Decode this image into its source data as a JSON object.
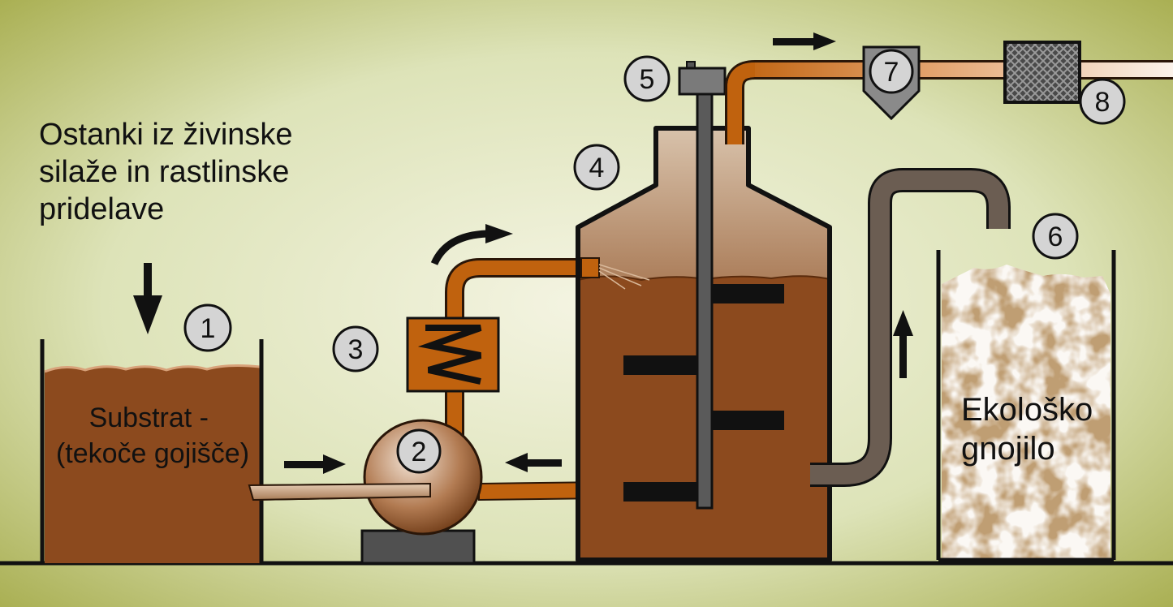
{
  "intro_text": [
    "Ostanki iz živinske",
    "silaže in rastlinske",
    "pridelave"
  ],
  "substrate_text": [
    "Substrat -",
    "(tekoče gojišče)"
  ],
  "fertilizer_text": [
    "Ekološko",
    "gnojilo"
  ],
  "markers": [
    "1",
    "2",
    "3",
    "4",
    "5",
    "6",
    "7",
    "8"
  ],
  "colors": {
    "pipe_orange": "#c0620e",
    "pipe_outline": "#2a1608",
    "liquid_brown": "#8c4a1e",
    "tank_top_tan": "#cdb7a0",
    "gas_pipe_light": "#f2d9c2",
    "outlet_pipe_gray": "#6b5d52",
    "marker_fill": "#d4d4d4",
    "ground_line": "#111111"
  },
  "icons": [
    "down-arrow-icon",
    "right-arrow-icon",
    "left-arrow-icon",
    "up-arrow-icon",
    "curved-arrow-icon",
    "heat-exchanger-zigzag-icon",
    "filter-mesh-icon"
  ]
}
